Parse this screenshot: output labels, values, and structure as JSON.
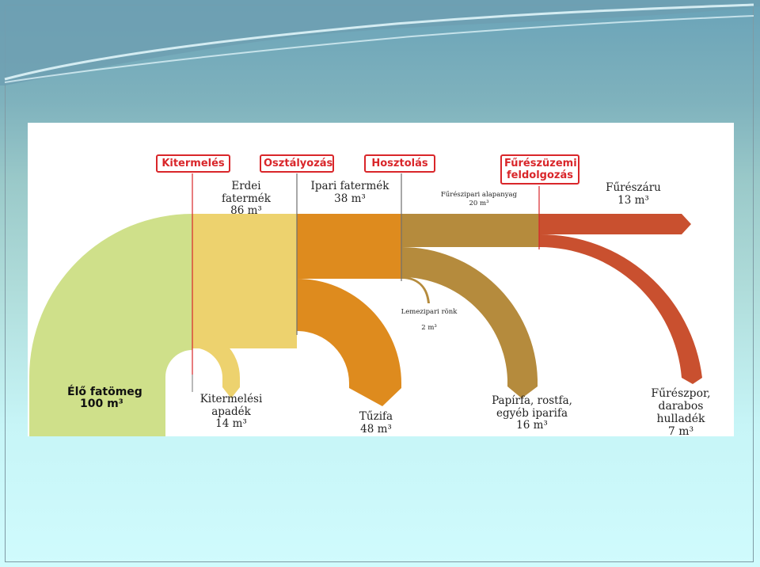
{
  "stages": {
    "kitermeles": "Kitermelés",
    "osztalyozas": "Osztályozás",
    "hosztolas": "Hosztolás",
    "fureszuzemi_line1": "Fűrészüzemi",
    "fureszuzemi_line2": "feldolgozás"
  },
  "flows": {
    "erdei": {
      "line1": "Erdei",
      "line2": "fatermék",
      "line3": "86 m³"
    },
    "ipari": {
      "line1": "Ipari fatermék",
      "line2": "38 m³"
    },
    "fureszipari": {
      "line1": "Fűrészipari alapanyag",
      "line2": "20 m³"
    },
    "fureszaru": {
      "line1": "Fűrészáru",
      "line2": "13 m³"
    },
    "lemezipari": {
      "line1": "Lemezipari rönk",
      "line2": "2 m³"
    },
    "elo": {
      "line1": "Élő fatömeg",
      "line2": "100 m³"
    },
    "kitermelesi": {
      "line1": "Kitermelési",
      "line2": "apadék",
      "line3": "14 m³"
    },
    "tuzifa": {
      "line1": "Tűzifa",
      "line2": "48 m³"
    },
    "papirfa": {
      "line1": "Papírfa, rostfa,",
      "line2": "egyéb iparifa",
      "line3": "16 m³"
    },
    "fureszpor": {
      "line1": "Fűrészpor,",
      "line2": "darabos",
      "line3": "hulladék",
      "line4": "7 m³"
    }
  },
  "colors": {
    "elo": "#cfe08a",
    "erdei": "#edd26e",
    "ipari": "#de8b1e",
    "alapanyag": "#b58b3d",
    "fureszaru": "#c9502f",
    "stage_border": "#d9262a"
  }
}
